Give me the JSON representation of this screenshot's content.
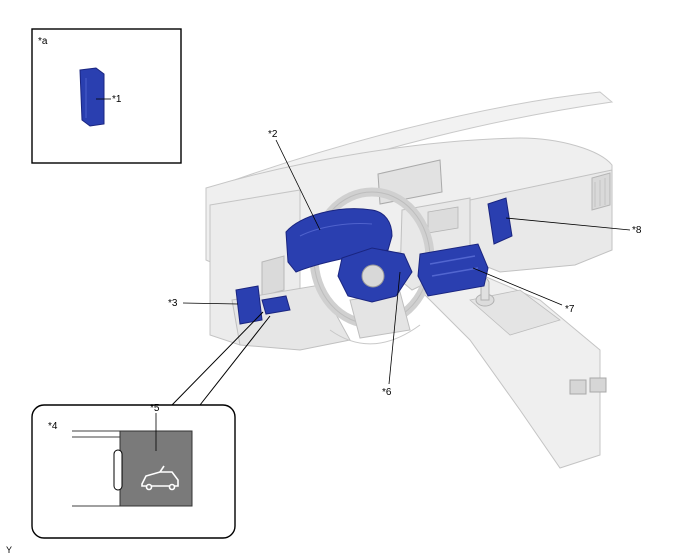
{
  "callouts": {
    "a": "*a",
    "c1": "*1",
    "c2": "*2",
    "c3": "*3",
    "c4": "*4",
    "c5": "*5",
    "c6": "*6",
    "c7": "*7",
    "c8": "*8"
  },
  "footer_code": "Y",
  "colors": {
    "highlight": "#2a3fb0",
    "highlight_dark": "#1a2580",
    "dash_fill": "#eeeeee",
    "dash_line": "#bdbdbd",
    "switch_fill": "#7a7a7a"
  },
  "icons": {
    "switch_symbol": "suv-door-icon"
  }
}
